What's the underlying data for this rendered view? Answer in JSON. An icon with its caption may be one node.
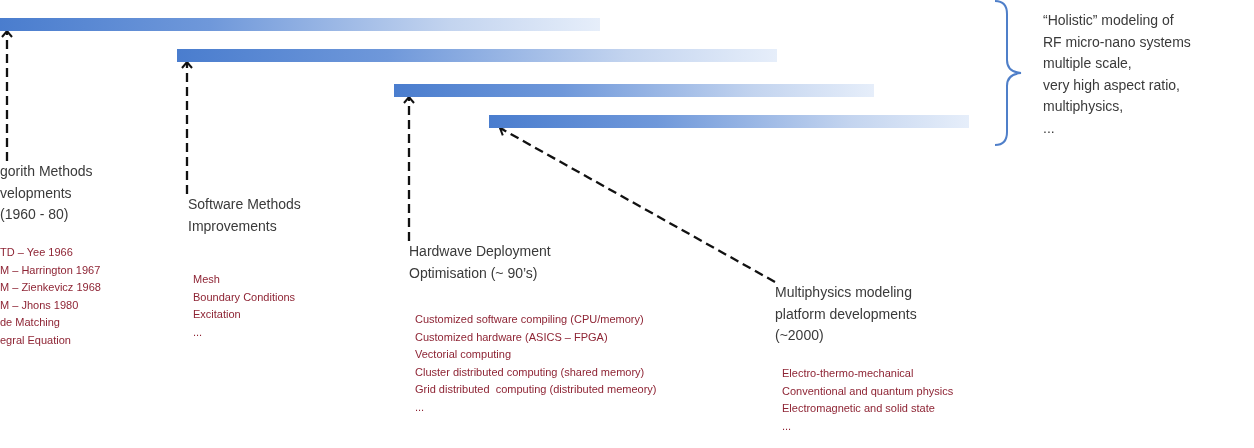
{
  "diagram": {
    "nodes": [
      {
        "text": [],
        "shape": "bar"
      },
      {
        "text": [],
        "shape": "bar"
      },
      {
        "text": [],
        "shape": "bar"
      },
      {
        "text": [],
        "shape": "bar"
      },
      {
        "text": [
          "gorith Methods velopments (1960 - 80)"
        ],
        "beside": [
          "TD – Yee 1966",
          "M – Harrington 1967",
          "M – Zienkevicz 1968",
          "M – Jhons 1980",
          "de Matching",
          "egral Equation"
        ]
      },
      {
        "text": [
          "Software Methods Improvements"
        ],
        "beside": [
          "Mesh",
          "Boundary Conditions",
          "Excitation",
          "..."
        ]
      },
      {
        "text": [
          "Hardwave Deployment Optimisation (~ 90’s)"
        ],
        "beside": [
          "Customized software compiling (CPU/memory)",
          "Customized hardware (ASICS – FPGA)",
          "Vectorial computing",
          "Cluster distributed computing (shared memory)",
          "Grid distributed  computing (distributed memeory)",
          "..."
        ]
      },
      {
        "text": [
          "Multiphysics modeling platform developments (~2000)"
        ],
        "beside": [
          "Electro-thermo-mechanical",
          "Conventional and quantum physics",
          "Electromagnetic and solid state",
          "..."
        ]
      }
    ],
    "edges": [
      {
        "from": 4,
        "to": 0,
        "arrow": "to",
        "style": "dashed"
      },
      {
        "from": 5,
        "to": 1,
        "arrow": "to",
        "style": "dashed"
      },
      {
        "from": 6,
        "to": 2,
        "arrow": "to",
        "style": "dashed"
      },
      {
        "from": 7,
        "to": 3,
        "arrow": "to",
        "style": "dashed"
      }
    ],
    "labels": [
      "“Holistic” modeling of RF micro-nano systems",
      "multiple scale,",
      "very high aspect ratio,",
      "multiphysics,",
      "..."
    ]
  }
}
